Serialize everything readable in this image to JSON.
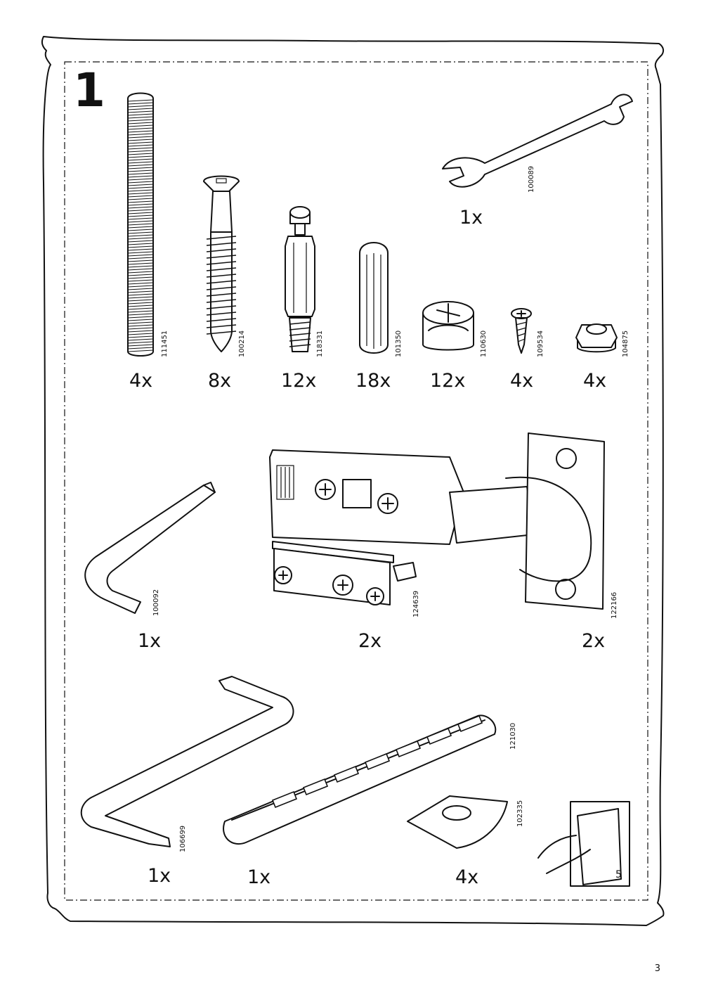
{
  "step": "1",
  "page_number": "3",
  "page_ref": "5",
  "parts": [
    {
      "code": "111451",
      "qty": "4x",
      "icon": "threaded-rod-icon"
    },
    {
      "code": "100214",
      "qty": "8x",
      "icon": "screw-icon"
    },
    {
      "code": "118331",
      "qty": "12x",
      "icon": "cam-bolt-icon"
    },
    {
      "code": "101350",
      "qty": "18x",
      "icon": "dowel-icon"
    },
    {
      "code": "110630",
      "qty": "12x",
      "icon": "cam-lock-icon"
    },
    {
      "code": "109534",
      "qty": "4x",
      "icon": "small-screw-icon"
    },
    {
      "code": "104875",
      "qty": "4x",
      "icon": "nut-icon"
    },
    {
      "code": "100089",
      "qty": "1x",
      "icon": "wrench-icon"
    },
    {
      "code": "100092",
      "qty": "1x",
      "icon": "allen-key-icon"
    },
    {
      "code": "124639",
      "qty": "2x",
      "icon": "mounting-plate-icon"
    },
    {
      "code": "122166",
      "qty": "2x",
      "icon": "hinge-icon"
    },
    {
      "code": "106699",
      "qty": "1x",
      "icon": "screwdriver-key-icon"
    },
    {
      "code": "121030",
      "qty": "1x",
      "icon": "shelf-rail-icon"
    },
    {
      "code": "102335",
      "qty": "4x",
      "icon": "wedge-icon"
    }
  ]
}
